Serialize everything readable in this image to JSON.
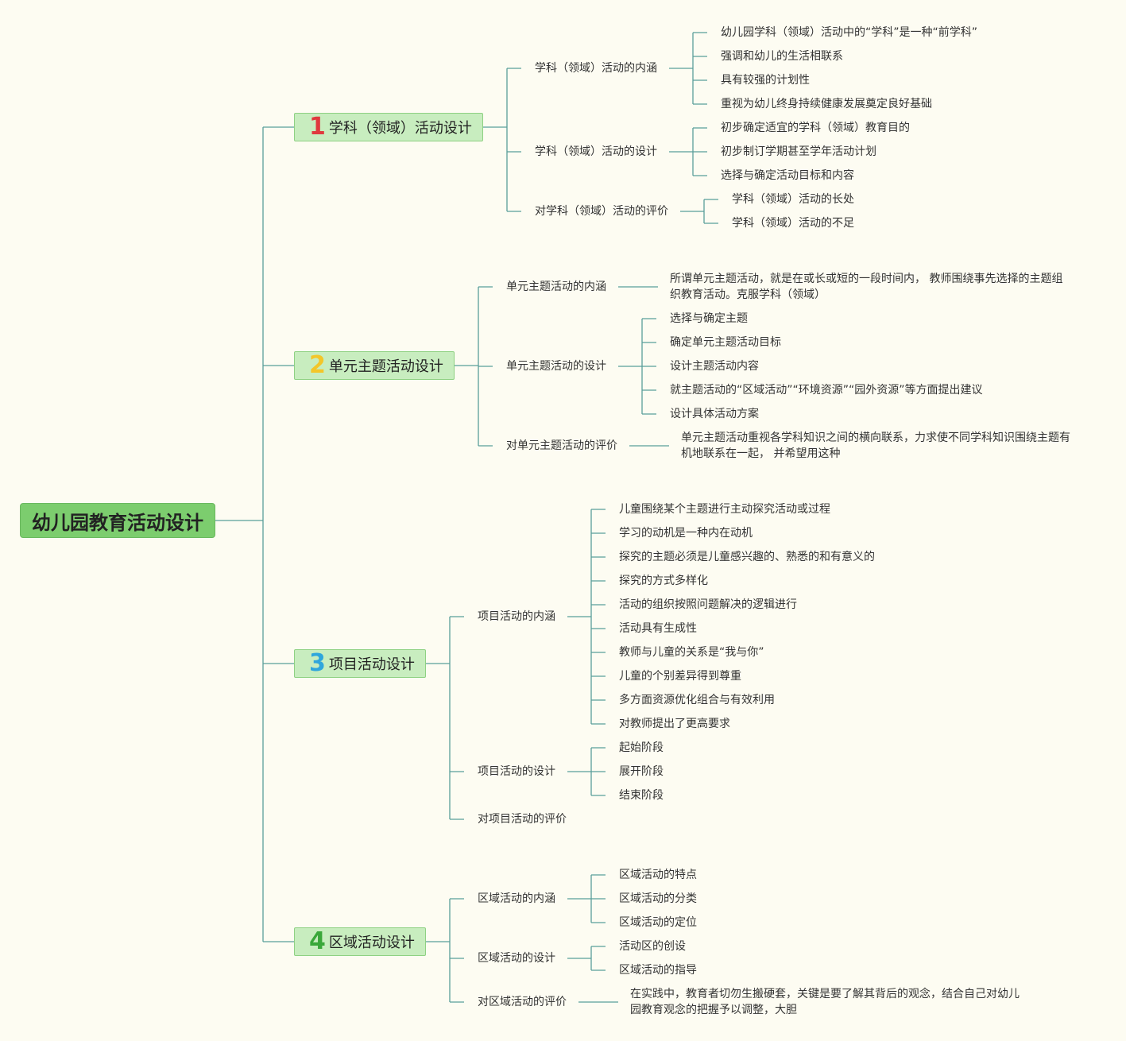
{
  "root": "幼儿园教育活动设计",
  "colors": {
    "line": "#5a9e9a",
    "root_bg": "#7ccd6e",
    "section_bg": "#c8edbf",
    "section_border": "#8fd183"
  },
  "sections": [
    {
      "num": "1",
      "num_color": "#e0393e",
      "title": "学科（领域）活动设计",
      "children": [
        {
          "label": "学科（领域）活动的内涵",
          "items": [
            "幼儿园学科（领域）活动中的“学科”是一种“前学科”",
            "强调和幼儿的生活相联系",
            "具有较强的计划性",
            "重视为幼儿终身持续健康发展奠定良好基础"
          ]
        },
        {
          "label": "学科（领域）活动的设计",
          "items": [
            "初步确定适宜的学科（领域）教育目的",
            "初步制订学期甚至学年活动计划",
            "选择与确定活动目标和内容"
          ]
        },
        {
          "label": "对学科（领域）活动的评价",
          "items": [
            "学科（领域）活动的长处",
            "学科（领域）活动的不足"
          ]
        }
      ]
    },
    {
      "num": "2",
      "num_color": "#f3c629",
      "title": "单元主题活动设计",
      "children": [
        {
          "label": "单元主题活动的内涵",
          "note": "所谓单元主题活动，就是在或长或短的一段时间内， 教师围绕事先选择的主题组织教育活动。克服学科（领域）"
        },
        {
          "label": "单元主题活动的设计",
          "items": [
            "选择与确定主题",
            "确定单元主题活动目标",
            "设计主题活动内容",
            "就主题活动的“区域活动”“环境资源”“园外资源”等方面提出建议",
            "设计具体活动方案"
          ]
        },
        {
          "label": "对单元主题活动的评价",
          "note": "单元主题活动重视各学科知识之间的横向联系，力求使不同学科知识围绕主题有机地联系在一起， 并希望用这种"
        }
      ]
    },
    {
      "num": "3",
      "num_color": "#2fa6dc",
      "title": "项目活动设计",
      "children": [
        {
          "label": "项目活动的内涵",
          "items": [
            "儿童围绕某个主题进行主动探究活动或过程",
            "学习的动机是一种内在动机",
            "探究的主题必须是儿童感兴趣的、熟悉的和有意义的",
            "探究的方式多样化",
            "活动的组织按照问题解决的逻辑进行",
            "活动具有生成性",
            "教师与儿童的关系是“我与你”",
            "儿童的个别差异得到尊重",
            "多方面资源优化组合与有效利用",
            "对教师提出了更高要求"
          ]
        },
        {
          "label": "项目活动的设计",
          "items": [
            "起始阶段",
            "展开阶段",
            "结束阶段"
          ]
        },
        {
          "label": "对项目活动的评价"
        }
      ]
    },
    {
      "num": "4",
      "num_color": "#3aa83a",
      "title": "区域活动设计",
      "children": [
        {
          "label": "区域活动的内涵",
          "items": [
            "区域活动的特点",
            "区域活动的分类",
            "区域活动的定位"
          ]
        },
        {
          "label": "区域活动的设计",
          "items": [
            "活动区的创设",
            "区域活动的指导"
          ]
        },
        {
          "label": "对区域活动的评价",
          "note": "在实践中，教育者切勿生搬硬套，关键是要了解其背后的观念，结合自己对幼儿园教育观念的把握予以调整，大胆"
        }
      ]
    }
  ]
}
